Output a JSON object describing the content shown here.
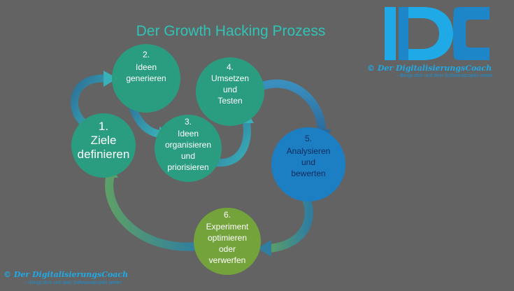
{
  "title": "Der Growth Hacking Prozess",
  "steps": [
    {
      "lines": [
        "1.",
        "Ziele",
        "definieren"
      ]
    },
    {
      "lines": [
        "2.",
        "Ideen",
        "generieren"
      ]
    },
    {
      "lines": [
        "3.",
        "Ideen",
        "organisieren",
        "und",
        "priorisieren"
      ]
    },
    {
      "lines": [
        "4.",
        "Umsetzen",
        "und",
        "Testen"
      ]
    },
    {
      "lines": [
        "5.",
        "Analysieren",
        "und",
        "bewerten"
      ]
    },
    {
      "lines": [
        "6.",
        "Experiment",
        "optimieren",
        "oder",
        "verwerfen"
      ]
    }
  ],
  "logo": {
    "letters": "DC",
    "brand": "© Der DigitalisierungsCoach",
    "tagline": "– Bringt dich und dein Softwareprojekt weiter"
  },
  "footer": {
    "brand": "© Der DigitalisierungsCoach",
    "tagline": "– Bringt dich und dein Softwareprojekt weiter"
  },
  "colors": {
    "background": "#636363",
    "teal": "#2a9d80",
    "blue": "#1c7fc4",
    "green": "#74a33c",
    "title": "#2ec4b6"
  }
}
